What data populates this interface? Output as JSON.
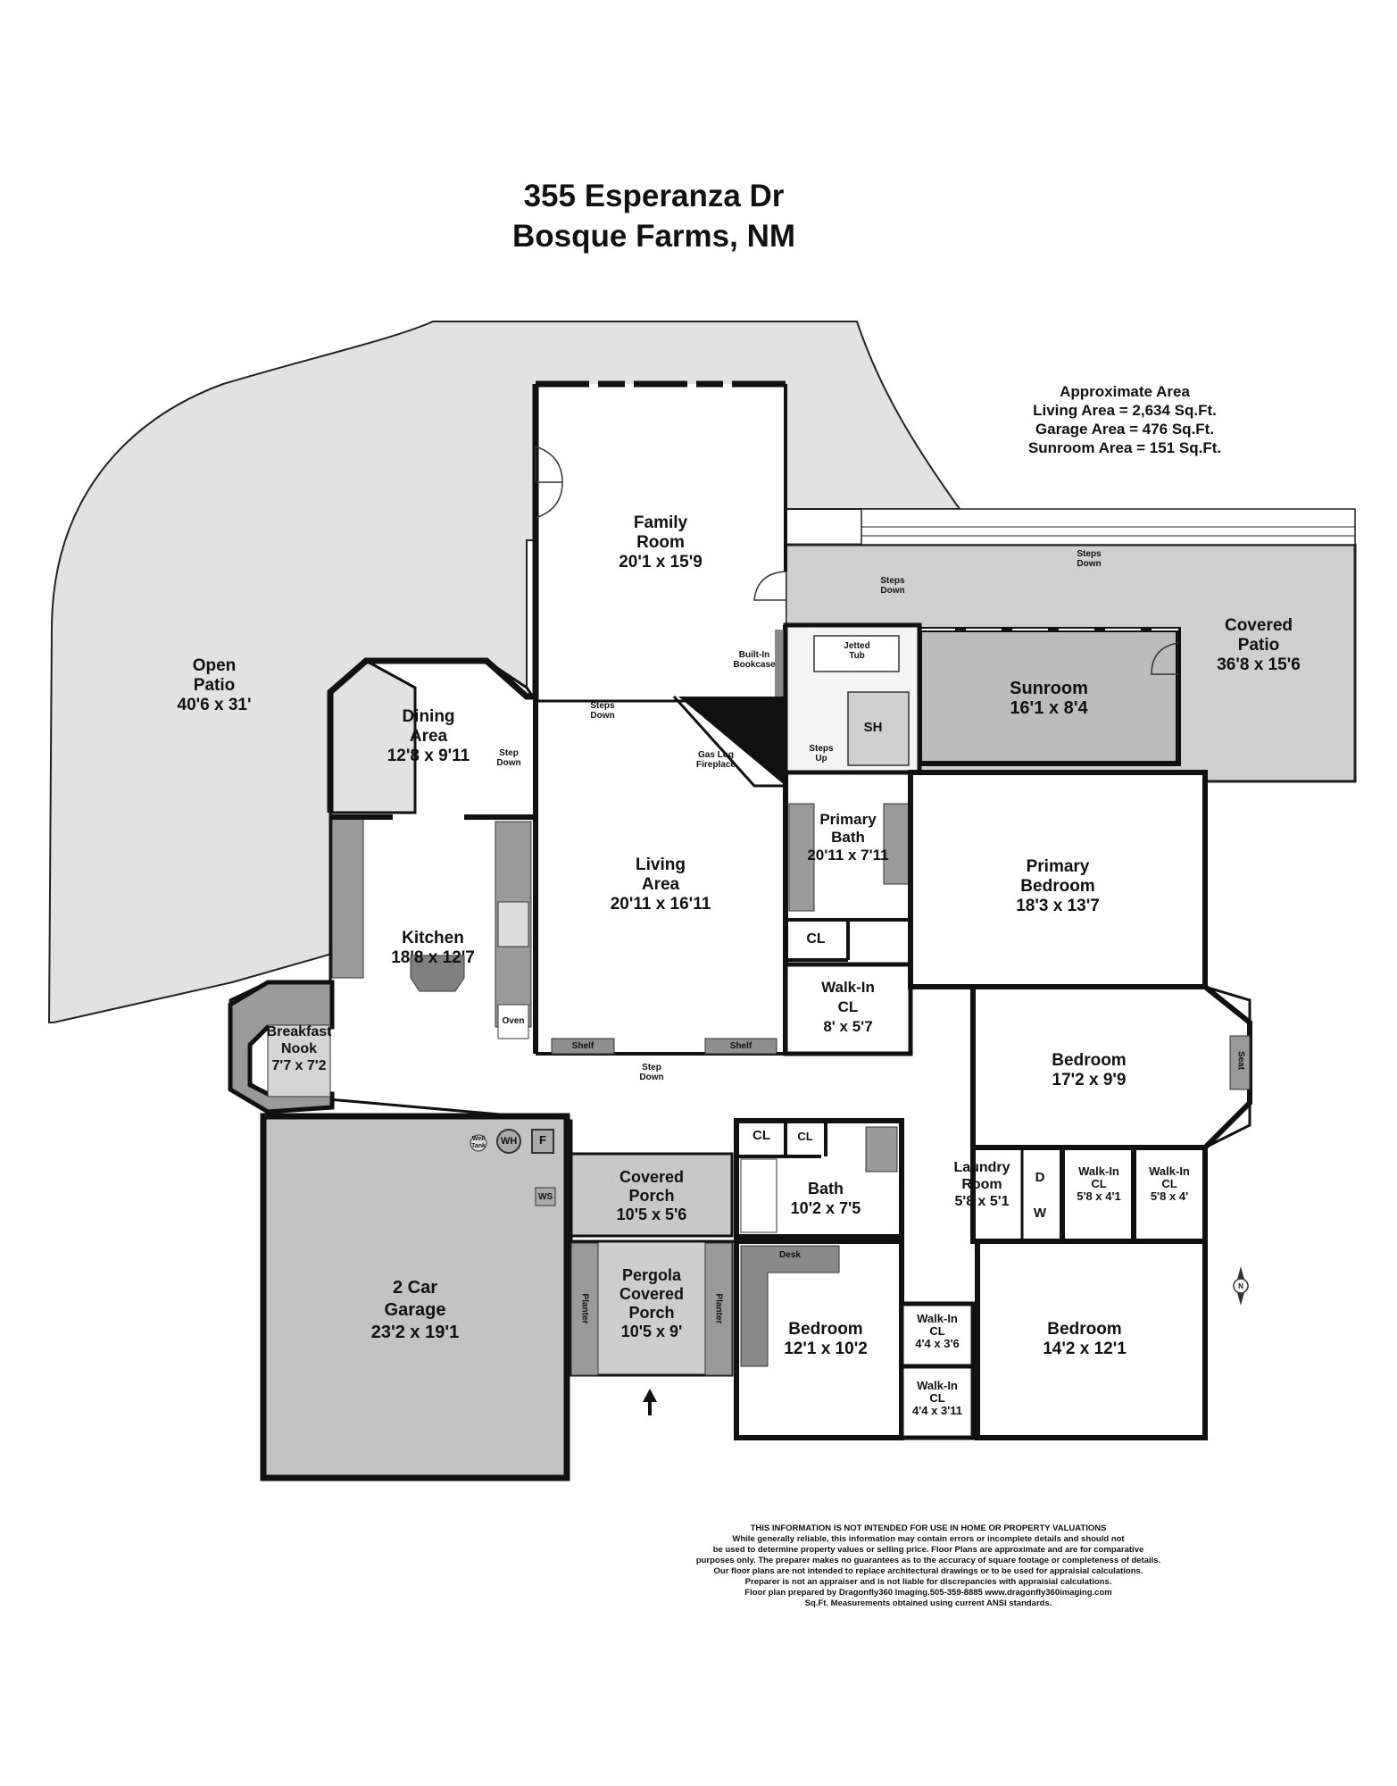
{
  "title": {
    "line1": "355 Esperanza Dr",
    "line2": "Bosque Farms, NM"
  },
  "area_summary": {
    "heading": "Approximate Area",
    "living": "Living Area = 2,634 Sq.Ft.",
    "garage": "Garage Area = 476 Sq.Ft.",
    "sunroom": "Sunroom Area = 151 Sq.Ft."
  },
  "rooms": {
    "open_patio": {
      "name": [
        "Open",
        "Patio"
      ],
      "dims": "40'6 x 31'"
    },
    "family_room": {
      "name": [
        "Family",
        "Room"
      ],
      "dims": "20'1 x 15'9"
    },
    "covered_patio": {
      "name": [
        "Covered",
        "Patio"
      ],
      "dims": "36'8 x 15'6"
    },
    "sunroom": {
      "name": [
        "Sunroom"
      ],
      "dims": "16'1 x 8'4"
    },
    "dining": {
      "name": [
        "Dining",
        "Area"
      ],
      "dims": "12'8 x 9'11"
    },
    "living": {
      "name": [
        "Living",
        "Area"
      ],
      "dims": "20'11 x 16'11"
    },
    "primary_bath": {
      "name": [
        "Primary",
        "Bath"
      ],
      "dims": "20'11 x 7'11"
    },
    "primary_bedroom": {
      "name": [
        "Primary",
        "Bedroom"
      ],
      "dims": "18'3 x 13'7"
    },
    "kitchen": {
      "name": [
        "Kitchen"
      ],
      "dims": "18'8 x 12'7"
    },
    "walkin_primary": {
      "name": [
        "Walk-In",
        "CL"
      ],
      "dims": "8' x 5'7"
    },
    "breakfast": {
      "name": [
        "Breakfast",
        "Nook"
      ],
      "dims": "7'7 x 7'2"
    },
    "bedroom_east": {
      "name": [
        "Bedroom"
      ],
      "dims": "17'2 x 9'9"
    },
    "covered_porch": {
      "name": [
        "Covered",
        "Porch"
      ],
      "dims": "10'5 x 5'6"
    },
    "bath": {
      "name": [
        "Bath"
      ],
      "dims": "10'2 x 7'5"
    },
    "laundry": {
      "name": [
        "Laundry",
        "Room"
      ],
      "dims": "5'8 x 5'1"
    },
    "walkin_a": {
      "name": [
        "Walk-In",
        "CL"
      ],
      "dims": "5'8 x 4'1"
    },
    "walkin_b": {
      "name": [
        "Walk-In",
        "CL"
      ],
      "dims": "5'8 x 4'"
    },
    "garage": {
      "name": [
        "2 Car",
        "Garage"
      ],
      "dims": "23'2 x 19'1"
    },
    "pergola": {
      "name": [
        "Pergola",
        "Covered",
        "Porch"
      ],
      "dims": "10'5 x 9'"
    },
    "bedroom_mid": {
      "name": [
        "Bedroom"
      ],
      "dims": "12'1 x 10'2"
    },
    "walkin_c": {
      "name": [
        "Walk-In",
        "CL"
      ],
      "dims": "4'4 x 3'6"
    },
    "walkin_d": {
      "name": [
        "Walk-In",
        "CL"
      ],
      "dims": "4'4 x 3'11"
    },
    "bedroom_se": {
      "name": [
        "Bedroom"
      ],
      "dims": "14'2 x 12'1"
    }
  },
  "labels": {
    "steps_down": [
      "Steps",
      "Down"
    ],
    "step_down": [
      "Step",
      "Down"
    ],
    "steps_up": [
      "Steps",
      "Up"
    ],
    "jetted_tub": [
      "Jetted",
      "Tub"
    ],
    "built_in_bookcase": [
      "Built-In",
      "Bookcase"
    ],
    "gas_log_fireplace": [
      "Gas Log",
      "Fireplace"
    ],
    "shower": "SH",
    "closet": "CL",
    "shelf": "Shelf",
    "oven": "Oven",
    "seat": "Seat",
    "desk": "Desk",
    "planter": "Planter",
    "well_tank": [
      "Well",
      "Tank"
    ],
    "water_heater": "WH",
    "furnace": "F",
    "water_softener": "WS",
    "dryer": "D",
    "washer": "W",
    "north": "N"
  },
  "disclaimer": [
    "THIS INFORMATION IS NOT INTENDED FOR USE IN HOME OR PROPERTY VALUATIONS",
    "While generally reliable, this information may contain errors or incomplete details and should not",
    "be used to determine property values or selling price. Floor Plans are approximate and are for comparative",
    "purposes only. The preparer makes no guarantees as to the accuracy of square footage or completeness of details.",
    "Our floor plans are not intended to replace architectural drawings or to be used for appraisial calculations.",
    "Preparer is not an appraiser and is not liable for discrepancies with appraisial calculations.",
    "Floor plan prepared by Dragonfly360 Imaging.505-359-8885  www.dragonfly360imaging.com",
    "Sq.Ft. Measurements obtained using current ANSI standards."
  ]
}
